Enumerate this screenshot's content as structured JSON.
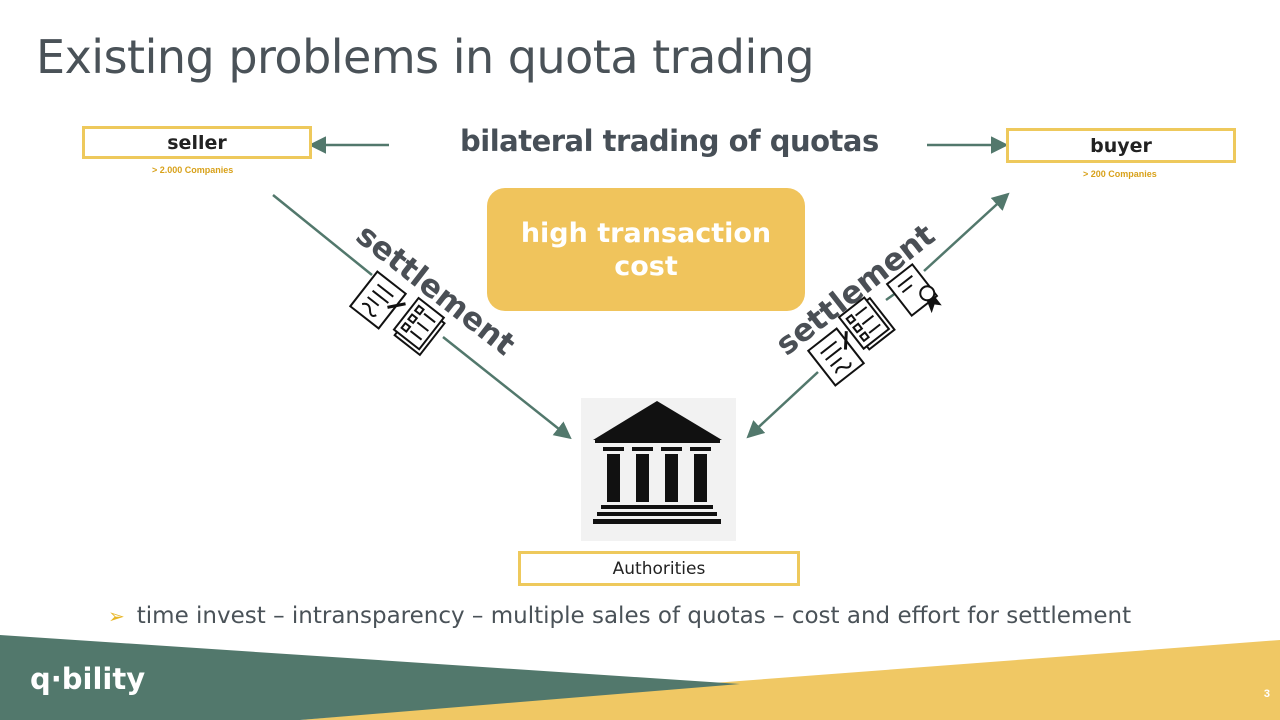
{
  "title": "Existing problems in quota trading",
  "seller": {
    "label": "seller",
    "sub": "> 2.000 Companies"
  },
  "buyer": {
    "label": "buyer",
    "sub": "> 200 Companies"
  },
  "headline": "bilateral trading of quotas",
  "cost": "high transaction cost",
  "settlement_left": "settlement",
  "settlement_right": "settlement",
  "authorities": "Authorities",
  "bullet": "time invest – intransparency – multiple sales of quotas – cost and effort for settlement",
  "logo": "q·bility",
  "page_number": "3",
  "colors": {
    "accent_yellow": "#f0c45c",
    "teal": "#52786c",
    "text_dark": "#474f57"
  }
}
